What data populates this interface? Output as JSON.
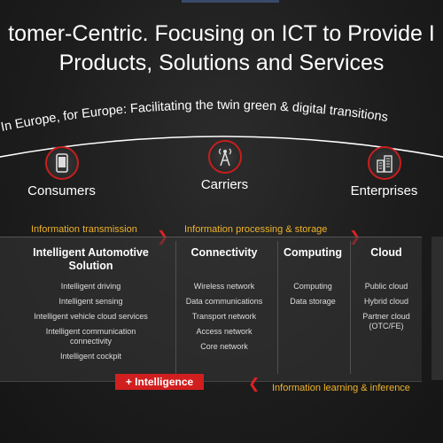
{
  "headline": {
    "line1": "tomer-Centric. Focusing on ICT to Provide I",
    "line2": "Products, Solutions and Services"
  },
  "tagline": "In Europe, for Europe: Facilitating the twin green & digital transitions",
  "segments": [
    {
      "label": "Consumers",
      "icon": "smartphone-icon"
    },
    {
      "label": "Carriers",
      "icon": "antenna-tower-icon"
    },
    {
      "label": "Enterprises",
      "icon": "buildings-icon"
    }
  ],
  "flow": {
    "transmission": "Information transmission",
    "processing": "Information processing & storage",
    "learning": "Information learning & inference"
  },
  "intelligence_badge": "+ Intelligence",
  "columns": [
    {
      "title": "Intelligent Automotive Solution",
      "items": [
        "Intelligent driving",
        "Intelligent sensing",
        "Intelligent vehicle cloud services",
        "Intelligent communication connectivity",
        "Intelligent cockpit"
      ]
    },
    {
      "title": "Connectivity",
      "items": [
        "Wireless network",
        "Data communications",
        "Transport network",
        "Access network",
        "Core network"
      ]
    },
    {
      "title": "Computing",
      "items": [
        "Computing",
        "Data storage"
      ]
    },
    {
      "title": "Cloud",
      "items": [
        "Public cloud",
        "Hybrid cloud",
        "Partner cloud (OTC/FE)"
      ]
    }
  ],
  "colors": {
    "accent_red": "#d11f1f",
    "flow_yellow": "#f0b429",
    "background": "#1b1b1b"
  }
}
